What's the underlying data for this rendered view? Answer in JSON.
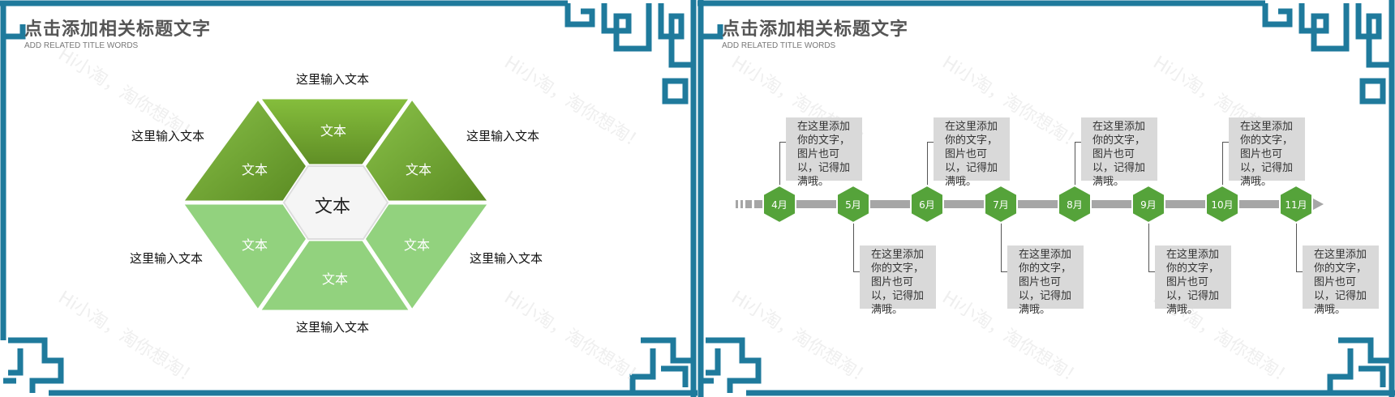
{
  "left_slide": {
    "title": "点击添加相关标题文字",
    "subtitle": "ADD RELATED TITLE WORDS",
    "watermark": "Hi小淘，淘你想淘！",
    "hexagon": {
      "center": "文本",
      "segments": [
        "文本",
        "文本",
        "文本",
        "文本",
        "文本",
        "文本"
      ],
      "labels": {
        "top": "这里输入文本",
        "upper_left": "这里输入文本",
        "upper_right": "这里输入文本",
        "lower_left": "这里输入文本",
        "lower_right": "这里输入文本",
        "bottom": "这里输入文本"
      }
    },
    "colors": {
      "dark_green": "#6f9e2e",
      "light_green": "#92d27e",
      "frame_blue": "#1f7a9c"
    }
  },
  "right_slide": {
    "title": "点击添加相关标题文字",
    "subtitle": "ADD RELATED TITLE WORDS",
    "watermark": "Hi小淘，淘你想淘！",
    "timeline": {
      "months": [
        "4月",
        "5月",
        "6月",
        "7月",
        "8月",
        "9月",
        "10月",
        "11月"
      ],
      "notes": [
        "在这里添加你的文字，图片也可以，记得加满哦。",
        "在这里添加你的文字，图片也可以，记得加满哦。",
        "在这里添加你的文字，图片也可以，记得加满哦。",
        "在这里添加你的文字，图片也可以，记得加满哦。",
        "在这里添加你的文字，图片也可以，记得加满哦。",
        "在这里添加你的文字，图片也可以，记得加满哦。",
        "在这里添加你的文字，图片也可以，记得加满哦。",
        "在这里添加你的文字，图片也可以，记得加满哦。"
      ]
    },
    "colors": {
      "hex_green": "#55a33a",
      "bar_gray": "#a6a6a6",
      "note_gray": "#d9d9d9"
    }
  }
}
